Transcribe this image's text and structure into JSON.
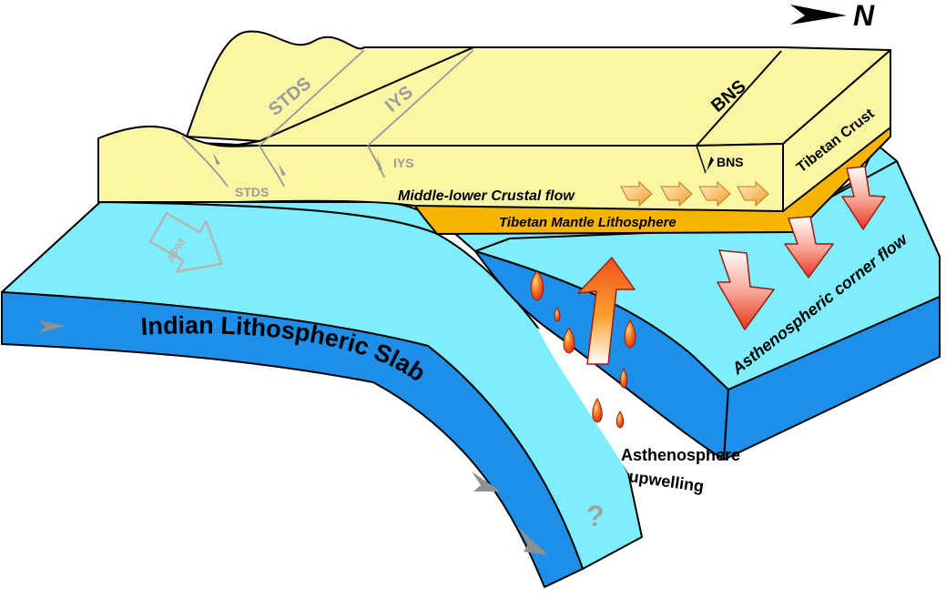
{
  "north_label": "N",
  "labels": {
    "stds_top": "STDS",
    "iys_top": "IYS",
    "bns_top": "BNS",
    "stds_front": "STDS",
    "iys_front": "IYS",
    "bns_front": "BNS",
    "tibetan_crust": "Tibetan Crust",
    "crustal_flow": "Middle-lower Crustal flow",
    "mantle_lithosphere": "Tibetan Mantle Lithosphere",
    "apm": "APM",
    "indian_slab": "Indian Lithospheric Slab",
    "corner_flow": "Asthenospheric corner flow",
    "upwelling_line1": "Asthenosphere",
    "upwelling_line2": "upwelling",
    "question": "?"
  },
  "colors": {
    "crust": "#fbf6a4",
    "mantle_lithosphere": "#f7b500",
    "asthenosphere_top": "#7eeefc",
    "slab_side": "#1e8fe8",
    "melt": "#f0641e",
    "arrow": "#e8321e",
    "outline": "#000000"
  }
}
